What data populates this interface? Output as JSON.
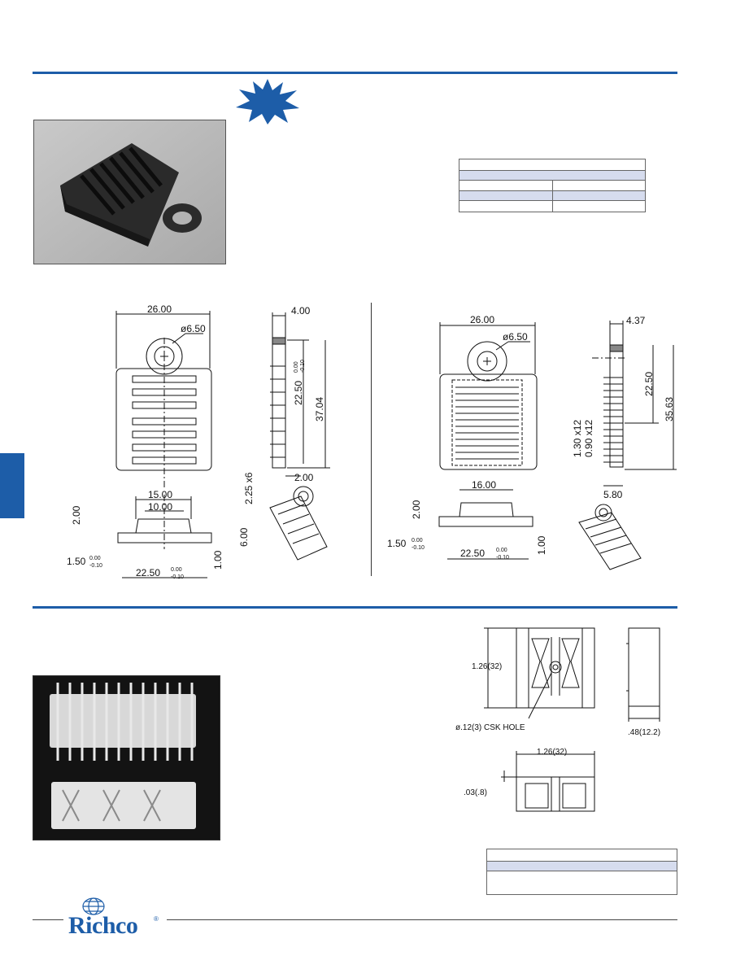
{
  "colors": {
    "accent": "#1d5da8",
    "table_band": "#d6dcee"
  },
  "icons": {
    "new_badge": "starburst-icon",
    "logo_globe": "globe-icon"
  },
  "brand": {
    "logo_text": "Richco",
    "registered_mark": "®"
  },
  "drawing_left": {
    "width_top": "26.00",
    "hole_dia": "ø6.50",
    "side_thickness": "4.00",
    "length_tol_val": "22.50",
    "tol_upper": "0.00",
    "tol_lower": "-0.10",
    "overall_height": "37.04",
    "slot_pitch": "2.25 x6",
    "bottom_step": "2.00",
    "base_15": "15.00",
    "base_10": "10.00",
    "base_height_2": "2.00",
    "base_height_6": "6.00",
    "base_thick_1": "1.00",
    "foot_150": "1.50",
    "base_length": "22.50"
  },
  "drawing_right": {
    "width_top": "26.00",
    "hole_dia": "ø6.50",
    "side_thickness": "4.37",
    "length": "22.50",
    "overall_height": "35.63",
    "pitch_a": "1.30 x12",
    "pitch_b": "0.90 x12",
    "base_depth": "5.80",
    "base_16": "16.00",
    "base_height_2": "2.00",
    "foot_150": "1.50",
    "tol_upper": "0.00",
    "tol_lower": "-0.10",
    "base_length": "22.50",
    "base_thick_1": "1.00"
  },
  "drawing_bottom": {
    "height": "1.26(32)",
    "hole_note": "ø.12(3)  CSK  HOLE",
    "depth": ".48(12.2)",
    "width": "1.26(32)",
    "step": ".03(.8)"
  }
}
